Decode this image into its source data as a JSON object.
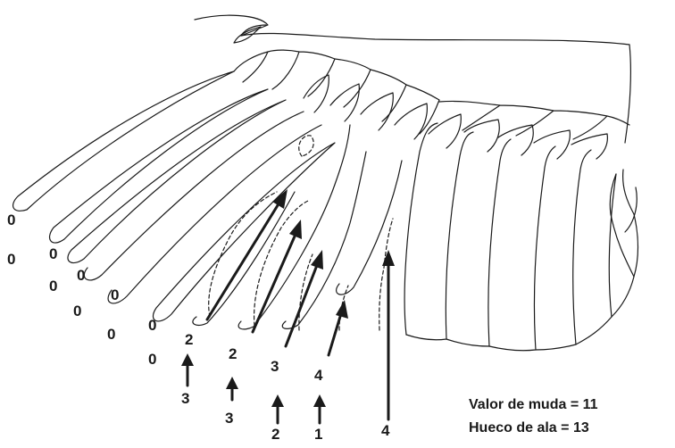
{
  "primary_scores": [
    "0",
    "0",
    "0",
    "0",
    "0",
    "0",
    "0",
    "0",
    "0",
    "0",
    "2",
    "2",
    "3",
    "4",
    "4"
  ],
  "secondary_scores": [
    "3",
    "3",
    "2",
    "1"
  ],
  "summary": {
    "line1": "Valor de muda = 11",
    "line2": "Hueco de ala = 13"
  },
  "colors": {
    "ink": "#1a1a1a",
    "background": "#ffffff"
  }
}
